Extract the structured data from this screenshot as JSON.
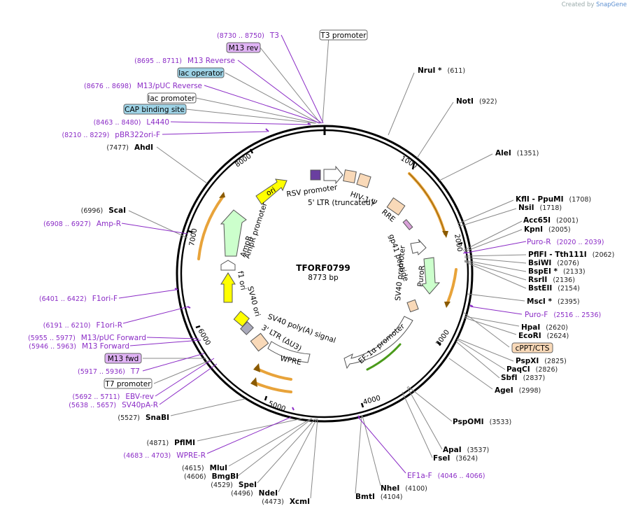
{
  "credit": {
    "prefix": "Created by",
    "brand": "SnapGene"
  },
  "plasmid": {
    "name": "TFORF0799",
    "length": "8773 bp"
  },
  "ticks": [
    "1000",
    "2000",
    "3000",
    "4000",
    "5000",
    "6000",
    "7000",
    "8000"
  ],
  "enzymes_right": [
    {
      "name": "NruI *",
      "pos": "(611)"
    },
    {
      "name": "NotI",
      "pos": "(922)"
    },
    {
      "name": "AleI",
      "pos": "(1351)"
    },
    {
      "name": "KflI  - PpuMI",
      "pos": "(1708)"
    },
    {
      "name": "NsiI",
      "pos": "(1718)"
    },
    {
      "name": "Acc65I",
      "pos": "(2001)"
    },
    {
      "name": "KpnI",
      "pos": "(2005)"
    },
    {
      "name": "PflFI  - Tth111I",
      "pos": "(2062)"
    },
    {
      "name": "BsiWI",
      "pos": "(2076)"
    },
    {
      "name": "BspEI *",
      "pos": "(2133)"
    },
    {
      "name": "RsrII",
      "pos": "(2136)"
    },
    {
      "name": "BstEII",
      "pos": "(2154)"
    },
    {
      "name": "MscI *",
      "pos": "(2395)"
    },
    {
      "name": "HpaI",
      "pos": "(2620)"
    },
    {
      "name": "EcoRI",
      "pos": "(2624)"
    },
    {
      "name": "PspXI",
      "pos": "(2825)"
    },
    {
      "name": "PaqCI",
      "pos": "(2826)"
    },
    {
      "name": "SbfI",
      "pos": "(2837)"
    },
    {
      "name": "AgeI",
      "pos": "(2998)"
    },
    {
      "name": "PspOMI",
      "pos": "(3533)"
    },
    {
      "name": "ApaI",
      "pos": "(3537)"
    },
    {
      "name": "FseI",
      "pos": "(3624)"
    },
    {
      "name": "NheI",
      "pos": "(4100)"
    },
    {
      "name": "BmtI",
      "pos": "(4104)"
    }
  ],
  "enzymes_left": [
    {
      "name": "AhdI",
      "pos": "(7477)"
    },
    {
      "name": "ScaI",
      "pos": "(6996)"
    },
    {
      "name": "SnaBI",
      "pos": "(5527)"
    },
    {
      "name": "PflMI",
      "pos": "(4871)"
    },
    {
      "name": "MluI",
      "pos": "(4615)"
    },
    {
      "name": "BmgBI",
      "pos": "(4606)"
    },
    {
      "name": "SpeI",
      "pos": "(4529)"
    },
    {
      "name": "NdeI",
      "pos": "(4496)"
    },
    {
      "name": "XcmI",
      "pos": "(4473)"
    }
  ],
  "primers": [
    {
      "name": "T3",
      "pos": "(8730 .. 8750)"
    },
    {
      "name": "M13 Reverse",
      "pos": "(8695 .. 8711)"
    },
    {
      "name": "M13/pUC Reverse",
      "pos": "(8676 .. 8698)"
    },
    {
      "name": "L4440",
      "pos": "(8463 .. 8480)"
    },
    {
      "name": "pBR322ori-F",
      "pos": "(8210 .. 8229)"
    },
    {
      "name": "Amp-R",
      "pos": "(6908 .. 6927)"
    },
    {
      "name": "F1ori-F",
      "pos": "(6401 .. 6422)"
    },
    {
      "name": "F1ori-R",
      "pos": "(6191 .. 6210)"
    },
    {
      "name": "M13/pUC Forward",
      "pos": "(5955 .. 5977)"
    },
    {
      "name": "M13 Forward",
      "pos": "(5946 .. 5963)"
    },
    {
      "name": "T7",
      "pos": "(5917 .. 5936)"
    },
    {
      "name": "EBV-rev",
      "pos": "(5692 .. 5711)"
    },
    {
      "name": "SV40pA-R",
      "pos": "(5638 .. 5657)"
    },
    {
      "name": "WPRE-R",
      "pos": "(4683 .. 4703)"
    },
    {
      "name": "Puro-R",
      "pos": "(2020 .. 2039)"
    },
    {
      "name": "Puro-F",
      "pos": "(2516 .. 2536)"
    },
    {
      "name": "EF1a-F",
      "pos": "(4046 .. 4066)"
    }
  ],
  "boxed_labels": [
    {
      "text": "T3 promoter",
      "style": "white"
    },
    {
      "text": "M13 rev",
      "style": "purple"
    },
    {
      "text": "lac operator",
      "style": "teal"
    },
    {
      "text": "lac promoter",
      "style": "white"
    },
    {
      "text": "CAP binding site",
      "style": "teal"
    },
    {
      "text": "cPPT/CTS",
      "style": "peach"
    },
    {
      "text": "M13 fwd",
      "style": "purple"
    },
    {
      "text": "T7 promoter",
      "style": "white"
    }
  ],
  "features": {
    "rsv_promoter": "RSV promoter",
    "ltr5": "5' LTR (truncated)",
    "hiv_psi": "HIV-1 Ψ",
    "rre": "RRE",
    "gp41": "gp41 peptide",
    "sv40_promoter": "SV40 promoter",
    "puror": "PuroR",
    "ef1a": "EF-1α promoter",
    "wpre": "WPRE",
    "ltr3": "3' LTR (ΔU3)",
    "sv40polya": "SV40 poly(A) signal",
    "sv40ori": "SV40 ori",
    "f1ori": "f1 ori",
    "ampr_promoter": "AmpR promoter",
    "ampr": "AmpR",
    "ori": "ori"
  },
  "colors": {
    "primer": "#8b2cc6",
    "orf": "#e8a33a",
    "ori": "#ffff00",
    "ampr": "#ccffcc",
    "peach": "#f9d9b8",
    "purple_box": "#e0b3f5",
    "teal_box": "#9ed3e6"
  }
}
